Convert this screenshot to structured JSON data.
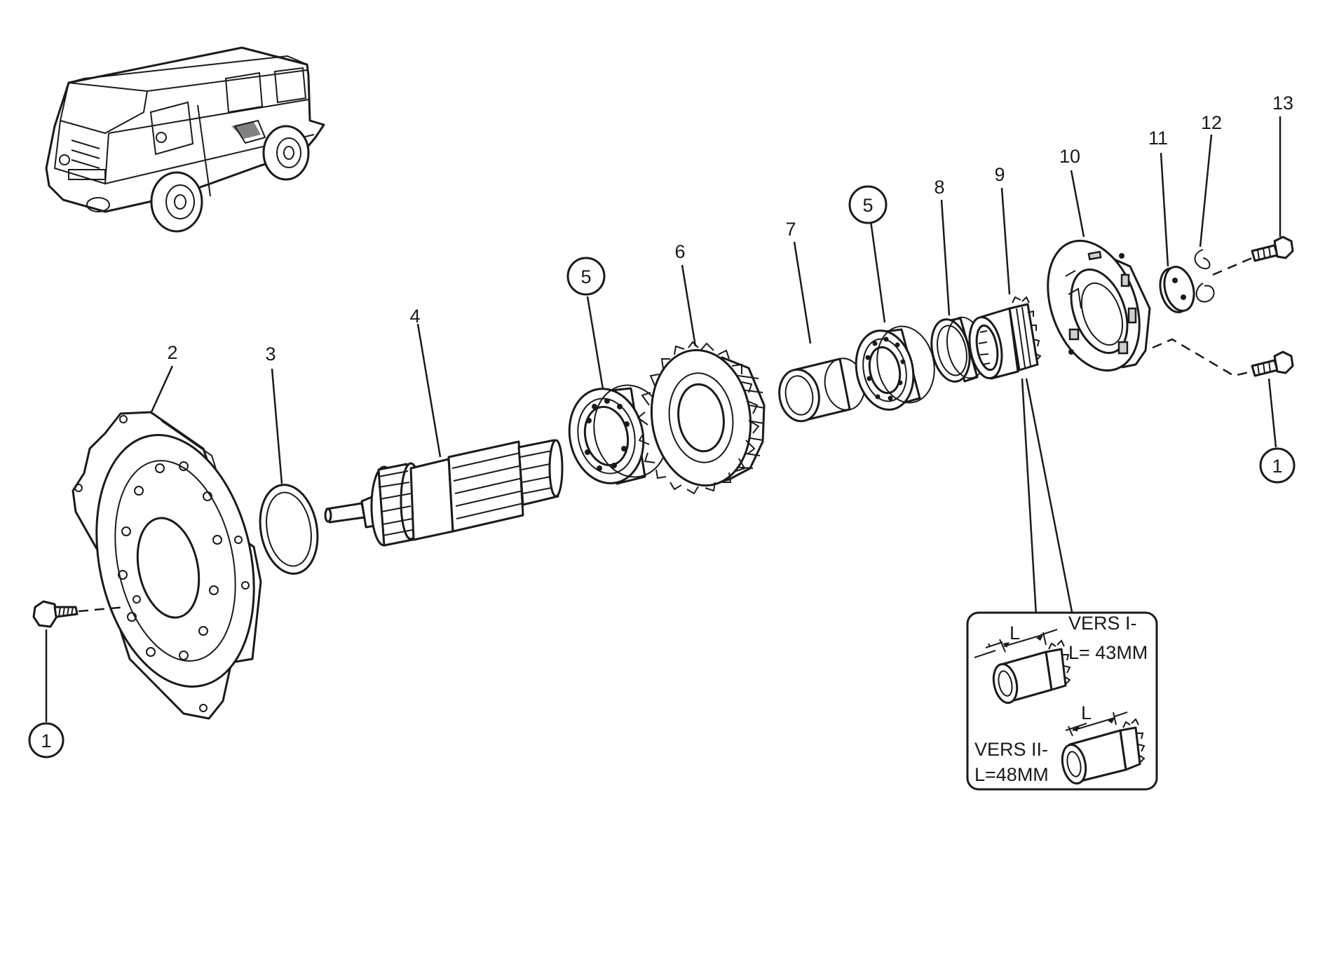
{
  "parts": {
    "p1_a": "1",
    "p1_b": "1",
    "p2": "2",
    "p3": "3",
    "p4": "4",
    "p5_a": "5",
    "p5_b": "5",
    "p6": "6",
    "p7": "7",
    "p8": "8",
    "p9": "9",
    "p10": "10",
    "p11": "11",
    "p12": "12",
    "p13": "13"
  },
  "inset": {
    "dim_label_1": "L",
    "dim_label_2": "L",
    "version_1_line1": "VERS I-",
    "version_1_line2": "L= 43MM",
    "version_2_line1": "VERS II-",
    "version_2_line2": "L=48MM"
  }
}
